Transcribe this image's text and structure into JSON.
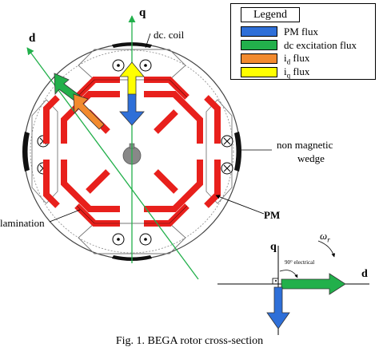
{
  "legend": {
    "title": "Legend",
    "items": [
      {
        "label": "PM flux",
        "sub": "",
        "rest": "",
        "color": "#2e6fd8"
      },
      {
        "label": "dc excitation flux",
        "sub": "",
        "rest": "",
        "color": "#22b04b"
      },
      {
        "label": "i",
        "sub": "d",
        "rest": " flux",
        "color": "#f28a2e"
      },
      {
        "label": "i",
        "sub": "q",
        "rest": " flux",
        "color": "#ffff00"
      }
    ]
  },
  "labels": {
    "q_axis": "q",
    "d_axis": "d",
    "dc_coil": "dc. coil",
    "non_magnetic_line1": "non magnetic",
    "non_magnetic_line2": "wedge",
    "pm": "PM",
    "lamination": "lamination",
    "inset_q": "q",
    "inset_d": "d",
    "inset_angle": "90° electrical",
    "omega": "ω",
    "omega_sub": "r"
  },
  "caption": "Fig. 1.  BEGA rotor cross-section",
  "colors": {
    "pm_red": "#e8201c",
    "rotor_fill": "#ffffff",
    "wedge_black": "#111111",
    "shaft_gray": "#888888",
    "axis_green": "#22b04b"
  }
}
